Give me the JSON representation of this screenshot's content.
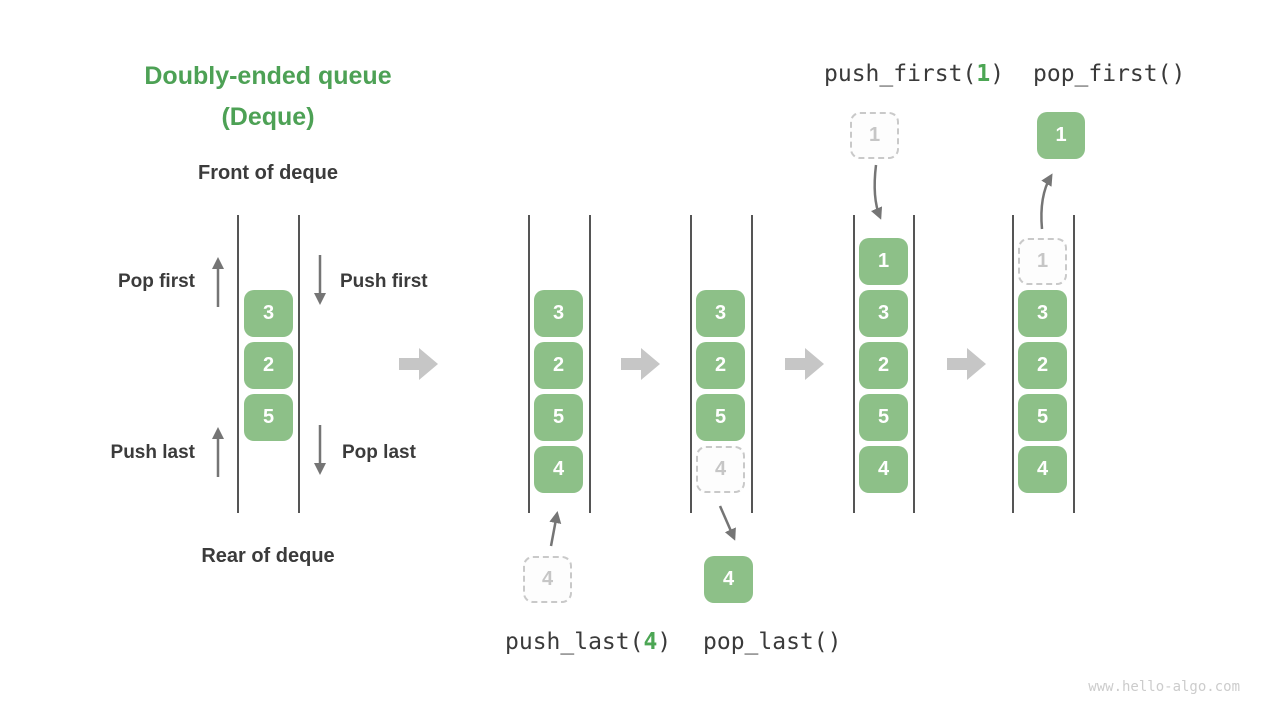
{
  "title": {
    "line1": "Doubly-ended queue",
    "line2": "(Deque)"
  },
  "labels": {
    "front": "Front of deque",
    "rear": "Rear of deque",
    "pop_first": "Pop first",
    "push_first": "Push first",
    "push_last": "Push last",
    "pop_last": "Pop last"
  },
  "code": {
    "push_first_pre": "push_first(",
    "push_first_arg": "1",
    "push_first_post": ")",
    "pop_first": "pop_first()",
    "push_last_pre": "push_last(",
    "push_last_arg": "4",
    "push_last_post": ")",
    "pop_last": "pop_last()"
  },
  "intro_queue": {
    "cells": [
      "3",
      "2",
      "5"
    ]
  },
  "queues": [
    {
      "name": "after-push-last",
      "cells": [
        {
          "v": "3",
          "style": "solid"
        },
        {
          "v": "2",
          "style": "solid"
        },
        {
          "v": "5",
          "style": "solid"
        },
        {
          "v": "4",
          "style": "solid"
        }
      ],
      "external": {
        "v": "4",
        "style": "dashed",
        "position": "below"
      }
    },
    {
      "name": "after-pop-last",
      "cells": [
        {
          "v": "3",
          "style": "solid"
        },
        {
          "v": "2",
          "style": "solid"
        },
        {
          "v": "5",
          "style": "solid"
        },
        {
          "v": "4",
          "style": "dashed"
        }
      ],
      "external": {
        "v": "4",
        "style": "solid",
        "position": "below"
      }
    },
    {
      "name": "after-push-first",
      "cells": [
        {
          "v": "1",
          "style": "solid"
        },
        {
          "v": "3",
          "style": "solid"
        },
        {
          "v": "2",
          "style": "solid"
        },
        {
          "v": "5",
          "style": "solid"
        },
        {
          "v": "4",
          "style": "solid"
        }
      ],
      "external": {
        "v": "1",
        "style": "dashed",
        "position": "above"
      }
    },
    {
      "name": "after-pop-first",
      "cells": [
        {
          "v": "1",
          "style": "dashed"
        },
        {
          "v": "3",
          "style": "solid"
        },
        {
          "v": "2",
          "style": "solid"
        },
        {
          "v": "5",
          "style": "solid"
        },
        {
          "v": "4",
          "style": "solid"
        }
      ],
      "external": {
        "v": "1",
        "style": "solid",
        "position": "above"
      }
    }
  ],
  "watermark": "www.hello-algo.com",
  "colors": {
    "box_green": "#8dc088",
    "title_green": "#4da155",
    "code_green": "#4ca654",
    "wall": "#555555",
    "arrow": "#757575",
    "block_arrow": "#c6c6c6",
    "dashed_border": "#c9c9c9",
    "text_dark": "#3b3b3b",
    "watermark": "#cccccc"
  }
}
